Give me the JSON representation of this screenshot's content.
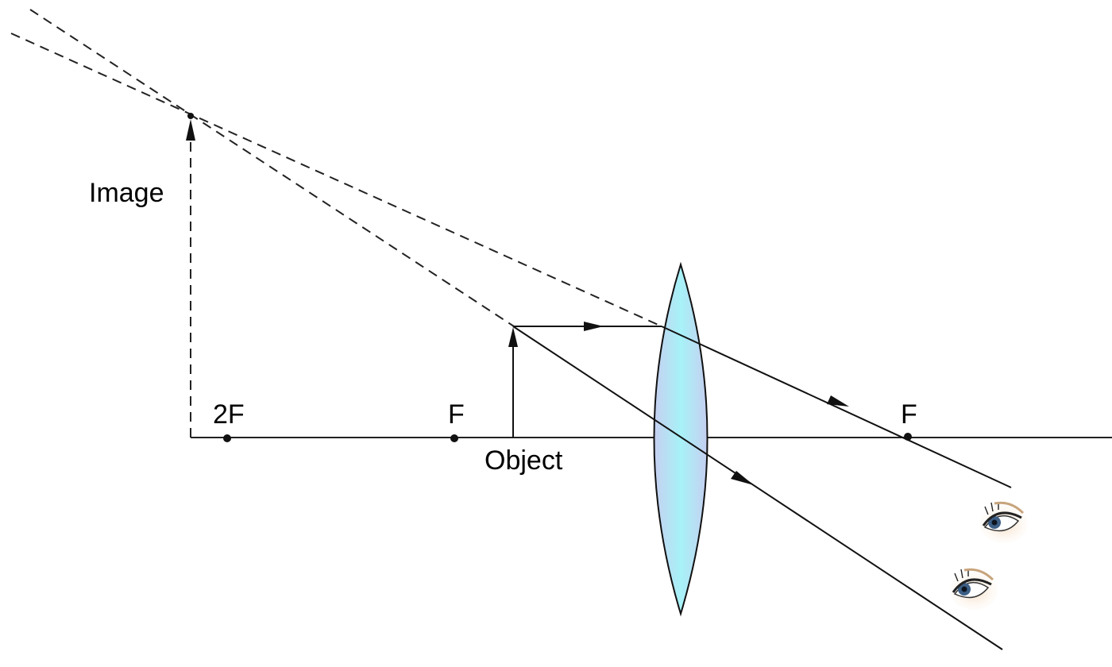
{
  "labels": {
    "image": "Image",
    "object": "Object",
    "focal_left": "F",
    "focal_right": "F",
    "twice_focal": "2F"
  },
  "colors": {
    "lens_edge": "#9ef0f6",
    "lens_center": "#c9d6f2",
    "ray": "#111111"
  }
}
